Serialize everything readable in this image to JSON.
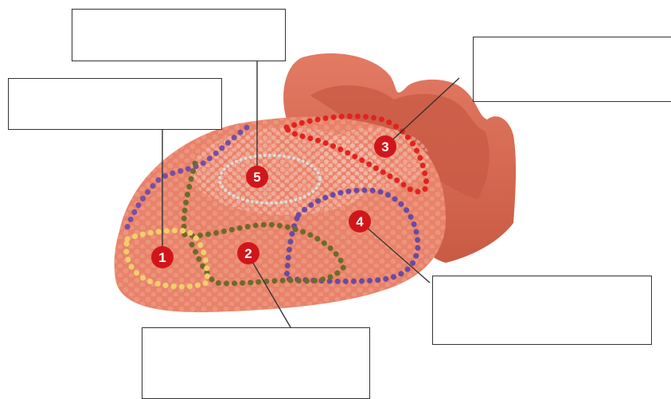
{
  "diagram": {
    "markers": [
      {
        "id": "1",
        "label": "1",
        "color": "#d0161b"
      },
      {
        "id": "2",
        "label": "2",
        "color": "#d0161b"
      },
      {
        "id": "3",
        "label": "3",
        "color": "#d0161b"
      },
      {
        "id": "4",
        "label": "4",
        "color": "#d0161b"
      },
      {
        "id": "5",
        "label": "5",
        "color": "#d0161b"
      }
    ],
    "label_boxes": [
      {
        "marker": "5",
        "text": ""
      },
      {
        "marker": "1",
        "text": ""
      },
      {
        "marker": "3",
        "text": ""
      },
      {
        "marker": "4",
        "text": ""
      },
      {
        "marker": "2",
        "text": ""
      }
    ],
    "colors": {
      "heart_body": "#e8826a",
      "heart_dark": "#d9684e",
      "vessel": "#d96a55",
      "region_1_dots": "#f2cf6a",
      "region_2_dots": "#6f6a2a",
      "region_3_dots": "#e0241e",
      "region_4_dots": "#6b4aa0",
      "region_5_dots": "#dcdcdc",
      "region_1_border_purple": "#7a4ea0"
    }
  }
}
